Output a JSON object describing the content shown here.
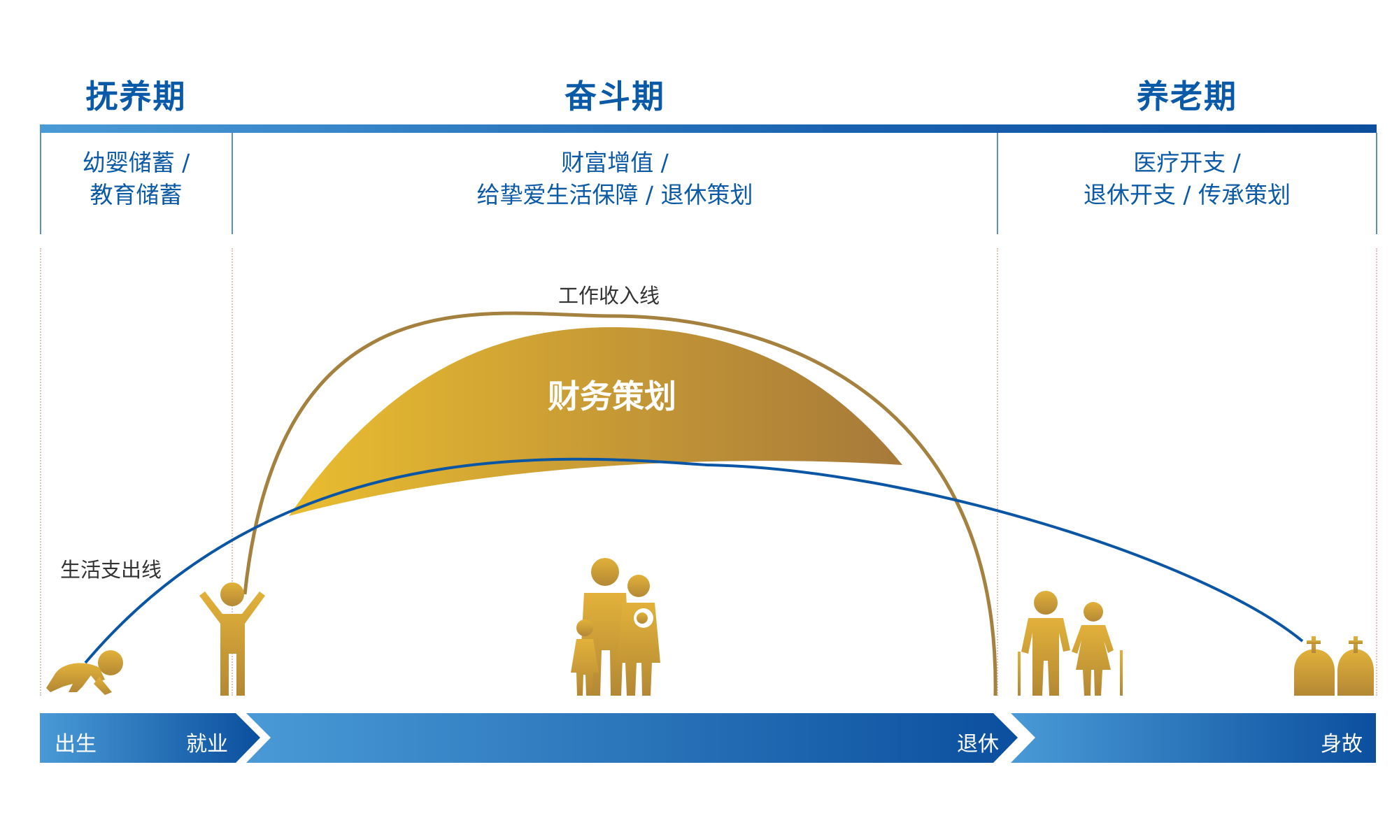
{
  "phases": [
    {
      "title": "抚养期",
      "desc_line1": "幼婴储蓄 /",
      "desc_line2": "教育储蓄"
    },
    {
      "title": "奋斗期",
      "desc_line1": "财富增值 /",
      "desc_line2": "给挚爱生活保障 / 退休策划"
    },
    {
      "title": "养老期",
      "desc_line1": "医疗开支 /",
      "desc_line2": "退休开支 / 传承策划"
    }
  ],
  "curves": {
    "income_label": "工作收入线",
    "expense_label": "生活支出线",
    "gap_label": "财务策划"
  },
  "timeline": {
    "birth": "出生",
    "employment": "就业",
    "retirement": "退休",
    "death": "身故"
  },
  "icons": [
    "crawling-baby-icon",
    "person-arms-up-icon",
    "family-icon",
    "elderly-couple-icon",
    "tombstones-icon"
  ],
  "colors": {
    "primary_blue": "#0a5aa8",
    "light_blue": "#4a9ad6",
    "gold_light": "#e8bb32",
    "gold_dark": "#a87a35",
    "income_line": "#a4813e"
  }
}
